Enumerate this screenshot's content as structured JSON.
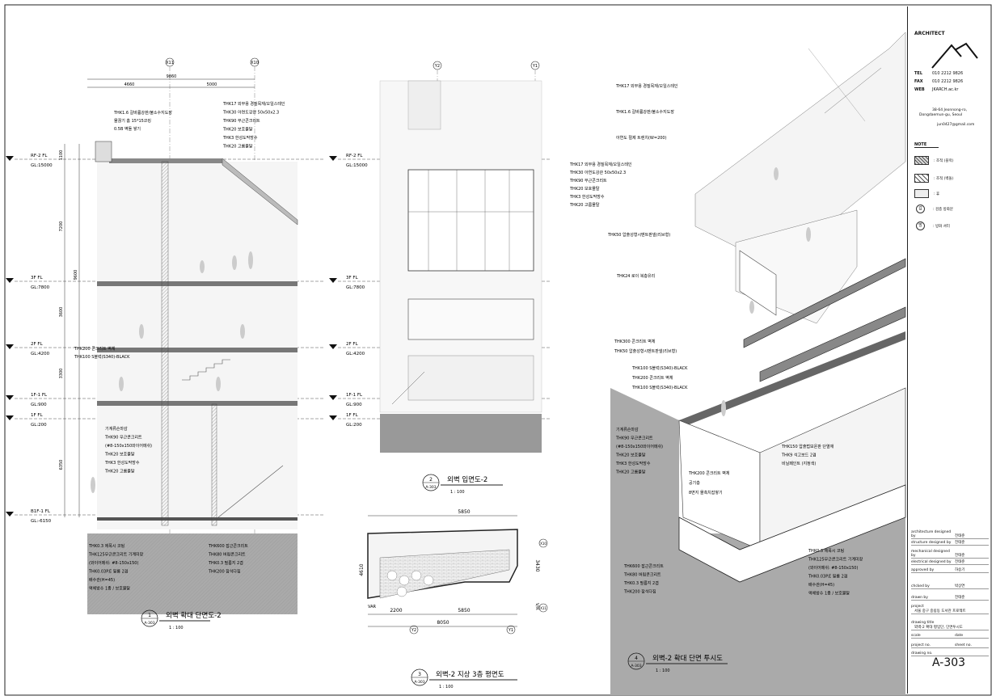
{
  "title_block": {
    "logo_label": "ARCHITECT",
    "tel_label": "TEL",
    "tel": "010 2212 9826",
    "fax_label": "FAX",
    "fax": "010 2212 9826",
    "web_label": "WEB",
    "web": "JKARCH.ac.kr",
    "address_1": "38-64 Jeonnong-ro,",
    "address_2": "Dongdaemun-gu, Seoul",
    "email": "jun0427@gmail.com",
    "note_title": "NOTE",
    "notes": [
      ": 조적 (블럭)",
      ": 조적 (벽돌)",
      ": 휴",
      ": 검층 방화문",
      ": 방화 셔터"
    ],
    "note_symbols": [
      "",
      "",
      "",
      "갑",
      "방"
    ],
    "rows": [
      {
        "label": "architecture designed by",
        "value": "전태준"
      },
      {
        "label": "structure designed by",
        "value": "전태준"
      },
      {
        "label": "mechanical designed by",
        "value": "전태준"
      },
      {
        "label": "electrical designed by",
        "value": "전태준"
      },
      {
        "label": "approved by",
        "value": "하승기"
      },
      {
        "label": "chcked by",
        "value": "박상연"
      },
      {
        "label": "drawn by",
        "value": "전태준"
      },
      {
        "label": "project",
        "value": "서울 중구 중림동 도서관 프로젝트"
      },
      {
        "label": "drawing title",
        "value": "외벽-2 확대 평입단, 단면투시도"
      },
      {
        "label": "scale",
        "value": "date"
      },
      {
        "label": "project no.",
        "value": "sheet no."
      },
      {
        "label": "drawing no.",
        "value": ""
      }
    ],
    "sheet_no": "A-303"
  },
  "drawings": [
    {
      "num": "1",
      "ref": "A-303",
      "title": "외벽 확대 단면도-2",
      "scale": "1 : 100"
    },
    {
      "num": "2",
      "ref": "A-303",
      "title": "외벽 입면도-2",
      "scale": "1 : 100"
    },
    {
      "num": "3",
      "ref": "A-303",
      "title": "외벽-2 지상 3층 평면도",
      "scale": "1 : 100"
    },
    {
      "num": "4",
      "ref": "A-303",
      "title": "외벽-2 확대 단면 투시도",
      "scale": "1 : 100"
    }
  ],
  "section": {
    "grid_x11": "X11",
    "grid_x10": "X10",
    "dim_total": "9860",
    "dim_left": "4660",
    "dim_right": "5000",
    "levels": [
      {
        "name": "RF-2 FL",
        "gl": "GL:15000"
      },
      {
        "name": "3F FL",
        "gl": "GL:7800"
      },
      {
        "name": "2F FL",
        "gl": "GL:4200"
      },
      {
        "name": "1F-1 FL",
        "gl": "GL:900"
      },
      {
        "name": "1F FL",
        "gl": "GL:200"
      },
      {
        "name": "B1F-1 FL",
        "gl": "GL:-6150"
      }
    ],
    "vdims": [
      "1100",
      "7200",
      "9600",
      "3600",
      "3300",
      "6350"
    ],
    "roof_left_notes": [
      "THK1.6 갈바륨강판/불소수지도장",
      "물끊기 홈 15*15코킹",
      "0.5B 벽돌 쌓기"
    ],
    "roof_right_notes": [
      "THK17 외부용 경질목재/오일스테인",
      "THK30 아연도강관 50x50x2.3",
      "THK90 무근콘크리트",
      "THK20 보호몰탈",
      "THK3 한성도막방수",
      "THK20 고름몰탈"
    ],
    "mid_notes": [
      "THK200 콘크리트 벽체",
      "THK100 S블럭(S340)-BLACK"
    ],
    "lower_notes": [
      "기계류손마감",
      "THK90 무근콘크리트",
      "(#8-150x150와이어메쉬)",
      "THK20 보호몰탈",
      "THK3 한성도막방수",
      "THK20 고름몰탈"
    ],
    "base_left": [
      "THK0.3 에폭시 코팅",
      "THK125무근콘크리트 기계미장",
      "(와이어메쉬: #8-150x150)",
      "THK0.03P.E 필름 2겹",
      "배수관(H=45)",
      "액체방수 1종 / 보호몰탈"
    ],
    "base_right": [
      "THK600 잡근콘크리트",
      "THK80 버림콘크리트",
      "THK0.3 필름지 2겹",
      "THK200 잡석다짐"
    ]
  },
  "elevation": {
    "grid_y2": "Y2",
    "grid_y1": "Y1",
    "levels": [
      {
        "name": "RF-2 FL",
        "gl": "GL:15000"
      },
      {
        "name": "3F FL",
        "gl": "GL:7800"
      },
      {
        "name": "2F FL",
        "gl": "GL:4200"
      },
      {
        "name": "1F-1 FL",
        "gl": "GL:900"
      },
      {
        "name": "1F FL",
        "gl": "GL:200"
      }
    ]
  },
  "plan": {
    "dim_top": "5850",
    "dim_b1": "2200",
    "dim_b2": "5850",
    "dim_total": "8050",
    "dim_right": "3430",
    "dim_left": "4610",
    "var": "VAR",
    "vr": "V/R",
    "grid_y2": "Y2",
    "grid_y1": "Y1",
    "grid_x10": "X10",
    "grid_x11": "X11"
  },
  "perspective": {
    "top_notes": [
      "THK17 외부용 경질목재/오일스테인",
      "THK1.6 갈바륨강판/불소수지도장",
      "아연도 절제 트렌치(W=200)"
    ],
    "mid_notes": [
      "THK17 외부용 경질목재/오일스테인",
      "THK30 아연도강관 50x50x2.3",
      "THK90 무근콘크리트",
      "THK20 보호몰탈",
      "THK3 한성도막방수",
      "THK20 고름몰탈"
    ],
    "panel_note": "THK50 압출성형시멘트판넬(리브형)",
    "glass_note": "THK24 로이 복층유리",
    "wall_notes": [
      "THK300 콘크리트 벽체",
      "THK50 압출성형시멘트판넬(리브형)"
    ],
    "block_notes": [
      "THK100 S블럭(S340)-BLACK",
      "THK200 콘크리트 벽체",
      "THK100 S블럭(S340)-BLACK"
    ],
    "left_notes": [
      "기계류손마감",
      "THK90 무근콘크리트",
      "(#8-150x150와이어메쉬)",
      "THK20 보호몰탈",
      "THK3 한성도막방수",
      "THK20 고름몰탈"
    ],
    "wall2_notes": [
      "THK200 콘크리트 벽체",
      "공기층",
      "8면지 몰촉치잡쌓기"
    ],
    "right_notes": [
      "THK150 압출법보온판 단열재",
      "THK9 석고보드 2겹",
      "비닐페인트 (지정색)"
    ],
    "base_left": [
      "THK600 잡근콘크리트",
      "THK80 버림콘크리트",
      "THK0.3 필름지 2겹",
      "THK200 잡석다짐"
    ],
    "base_right": [
      "THK0.3 에폭시 코팅",
      "THK125무근콘크리트 기계미장",
      "(와이어메쉬: #8-150x150)",
      "THK0.03P.E 필름 2겹",
      "배수관(H=45)",
      "액체방수 1종 / 보호몰탈"
    ]
  }
}
